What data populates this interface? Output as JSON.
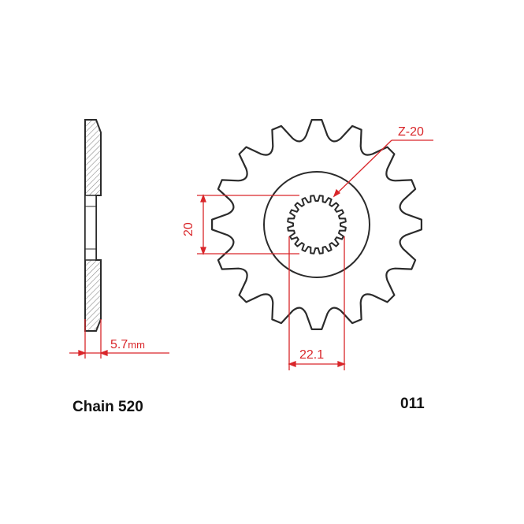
{
  "labels": {
    "teeth": "Z-20",
    "spline_height": "20",
    "spline_width": "22.1",
    "thickness_value": "5.7",
    "thickness_unit": "mm",
    "chain": "Chain 520",
    "part_number": "011"
  },
  "colors": {
    "outline": "#2b2b2b",
    "dimension": "#d9262a",
    "hatch": "#8a8a8a"
  }
}
